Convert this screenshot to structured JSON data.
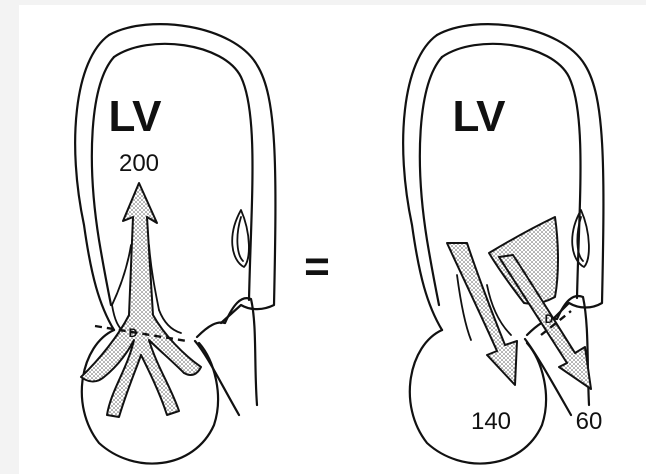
{
  "left_panel": {
    "chamber_label": "LV",
    "flow_value": "200",
    "diameter_label": "D"
  },
  "operator": "=",
  "right_panel": {
    "chamber_label": "LV",
    "flow_value_a": "140",
    "flow_value_b": "60",
    "diameter_label": "D"
  }
}
